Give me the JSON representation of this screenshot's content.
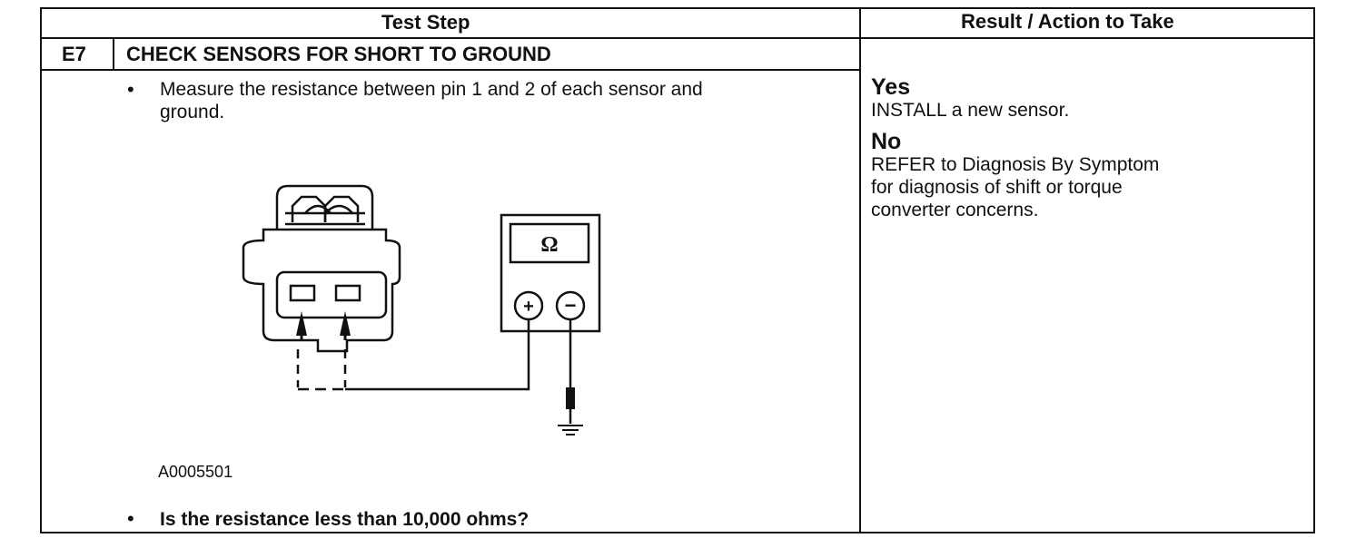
{
  "table": {
    "header_test_step": "Test Step",
    "header_result": "Result / Action to Take"
  },
  "step": {
    "id": "E7",
    "title": "CHECK SENSORS FOR SHORT TO GROUND",
    "instruction_line1": "Measure the resistance between pin 1 and 2 of each sensor and",
    "instruction_line2": "ground.",
    "figure_id": "A0005501",
    "question": "Is the resistance less than 10,000 ohms?"
  },
  "diagram": {
    "meter_symbol": "Ω",
    "plus_symbol": "+",
    "minus_symbol": "−",
    "icons": [
      "sensor-connector-icon",
      "ohmmeter-icon",
      "ground-symbol-icon"
    ]
  },
  "result": {
    "yes_label": "Yes",
    "yes_action": "INSTALL a new sensor.",
    "no_label": "No",
    "no_action_line1": "REFER to Diagnosis By Symptom",
    "no_action_line2": "for diagnosis of shift or torque",
    "no_action_line3": "converter concerns."
  }
}
